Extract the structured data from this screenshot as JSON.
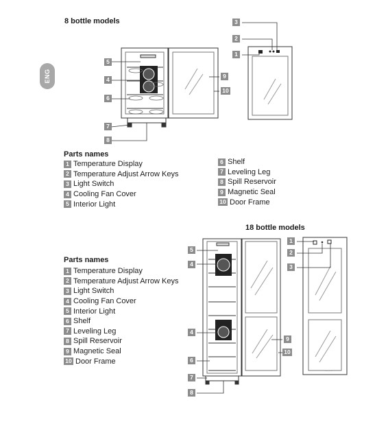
{
  "side_tab": "ENG",
  "top_section": {
    "title": "8 bottle models",
    "parts_title": "Parts names",
    "parts_left": [
      {
        "num": "1",
        "label": "Temperature Display"
      },
      {
        "num": "2",
        "label": "Temperature Adjust Arrow Keys"
      },
      {
        "num": "3",
        "label": "Light Switch"
      },
      {
        "num": "4",
        "label": "Cooling Fan Cover"
      },
      {
        "num": "5",
        "label": "Interior Light"
      }
    ],
    "parts_right": [
      {
        "num": "6",
        "label": "Shelf"
      },
      {
        "num": "7",
        "label": "Leveling Leg"
      },
      {
        "num": "8",
        "label": "Spill Reservoir"
      },
      {
        "num": "9",
        "label": "Magnetic Seal"
      },
      {
        "num": "10",
        "label": "Door Frame"
      }
    ],
    "callouts": {
      "c1": "1",
      "c2": "2",
      "c3": "3",
      "c4": "4",
      "c5": "5",
      "c6": "6",
      "c7": "7",
      "c8": "8",
      "c9": "9",
      "c10": "10"
    }
  },
  "bottom_section": {
    "title": "18 bottle models",
    "parts_title": "Parts names",
    "parts": [
      {
        "num": "1",
        "label": "Temperature Display"
      },
      {
        "num": "2",
        "label": "Temperature Adjust Arrow Keys"
      },
      {
        "num": "3",
        "label": "Light Switch"
      },
      {
        "num": "4",
        "label": "Cooling Fan Cover"
      },
      {
        "num": "5",
        "label": "Interior Light"
      },
      {
        "num": "6",
        "label": "Shelf"
      },
      {
        "num": "7",
        "label": "Leveling Leg"
      },
      {
        "num": "8",
        "label": "Spill Reservoir"
      },
      {
        "num": "9",
        "label": "Magnetic Seal"
      },
      {
        "num": "10",
        "label": "Door Frame"
      }
    ],
    "callouts": {
      "c1": "1",
      "c2": "2",
      "c3": "3",
      "c4a": "4",
      "c4b": "4",
      "c5": "5",
      "c6": "6",
      "c7": "7",
      "c8": "8",
      "c9": "9",
      "c10": "10"
    }
  }
}
